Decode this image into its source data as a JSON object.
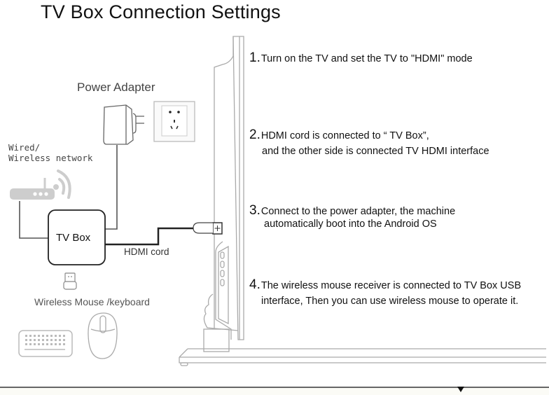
{
  "title": "TV Box Connection Settings",
  "steps": [
    {
      "number": "1.",
      "line1": "Turn on the TV and set the TV to \"HDMI\" mode",
      "line2": ""
    },
    {
      "number": "2.",
      "line1": "HDMI cord is connected to “ TV Box”,",
      "line2": "and the other side is connected TV HDMI interface"
    },
    {
      "number": "3.",
      "line1": "Connect to the power adapter, the machine",
      "line2": "automatically boot into the Android OS"
    },
    {
      "number": "4.",
      "line1": "The wireless mouse receiver is connected to TV  Box USB",
      "line2": "interface, Then you can use wireless mouse to operate it."
    }
  ],
  "diagram": {
    "power_adapter_label": "Power Adapter",
    "network_label_line1": "Wired/",
    "network_label_line2": "Wireless network",
    "tv_box_label": "TV Box",
    "hdmi_cord_label": "HDMI cord",
    "mouse_keyboard_label": "Wireless Mouse /keyboard",
    "icons": [
      "power-adapter-icon",
      "wall-socket-icon",
      "router-icon",
      "wifi-signal-icon",
      "tv-box-icon",
      "usb-receiver-icon",
      "keyboard-icon",
      "mouse-icon",
      "tv-side-view-icon",
      "hdmi-plug-icon"
    ]
  },
  "colors": {
    "text": "#111111",
    "line_dark": "#222222",
    "line_light": "#bbbbbb",
    "icon_gray": "#c8c8c8"
  }
}
